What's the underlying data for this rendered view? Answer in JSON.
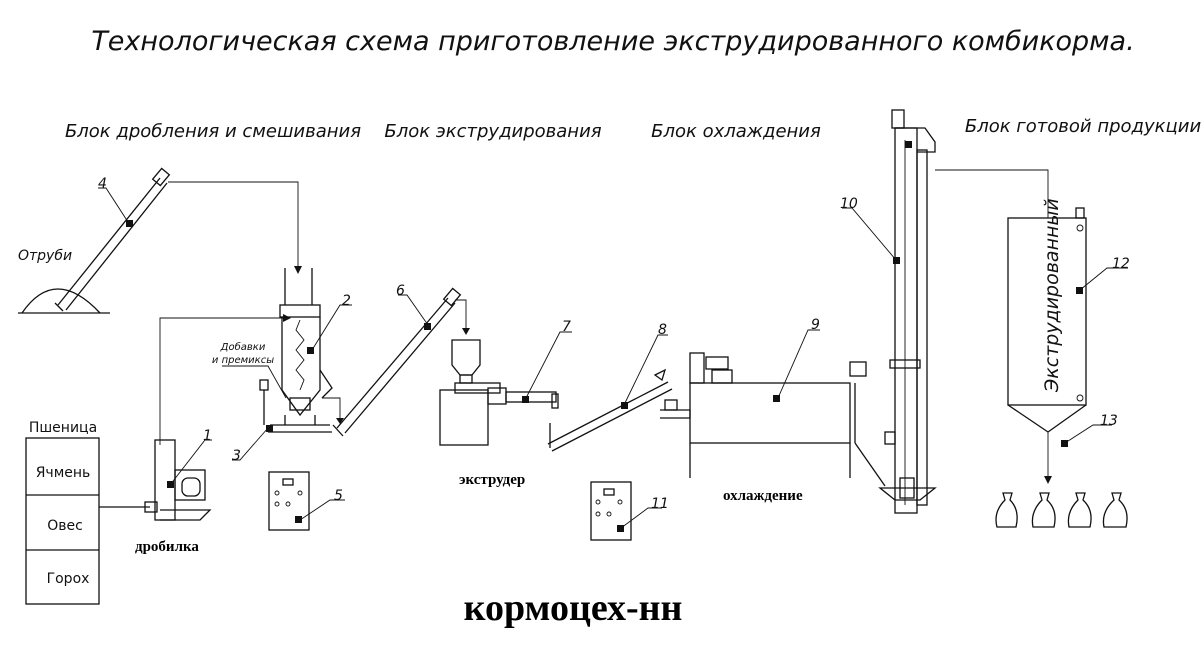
{
  "title": "Технологическая схема приготовление экструдированного комбикорма.",
  "blocks": {
    "crushing": "Блок дробления и смешивания",
    "extrusion": "Блок экструдирования",
    "cooling": "Блок охлаждения",
    "product": "Блок готовой продукции"
  },
  "labels": {
    "bran": "Отруби",
    "additives_line1": "Добавки",
    "additives_line2": "и премиксы",
    "crusher": "дробилка",
    "extruder": "экструдер",
    "cooling": "охлаждение",
    "silo_text": "Экструдированный",
    "watermark": "кормоцех-нн"
  },
  "grains": [
    "Пшеница",
    "Ячмень",
    "Овес",
    "Горох"
  ],
  "callouts": [
    "1",
    "2",
    "3",
    "4",
    "5",
    "6",
    "7",
    "8",
    "9",
    "10",
    "11",
    "12",
    "13"
  ]
}
